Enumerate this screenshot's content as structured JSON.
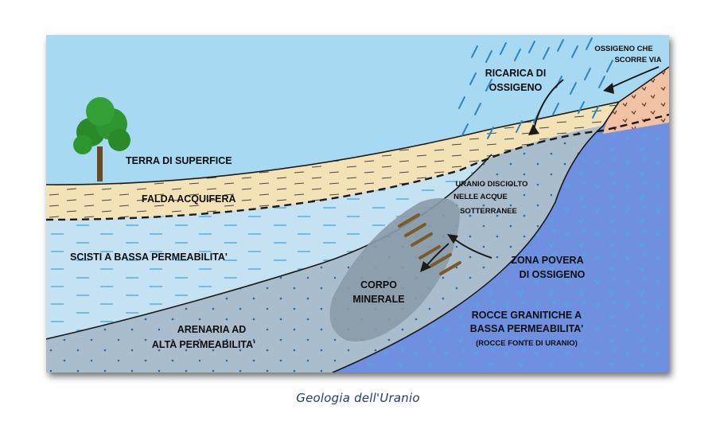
{
  "diagram": {
    "labels": {
      "ground_surface": "TERRA DI SUPERFICE",
      "aquifer": "FALDA ACQUIFERA",
      "shale": "SCISTI A BASSA PERMEABILITA'",
      "sandstone_1": "ARENARIA AD",
      "sandstone_2": "ALTA PERMEABILITA'",
      "oxygen_recharge_1": "RICARICA DI",
      "oxygen_recharge_2": "OSSIGENO",
      "oxygen_runoff_1": "OSSIGENO CHE",
      "oxygen_runoff_2": "SCORRE VIA",
      "dissolved_uranium_1": "URANIO DISCIOLTO",
      "dissolved_uranium_2": "NELLE ACQUE",
      "dissolved_uranium_3": "SOTTERRANEE",
      "ore_body_1": "CORPO",
      "ore_body_2": "MINERALE",
      "low_oxygen_1": "ZONA POVERA",
      "low_oxygen_2": "DI OSSIGENO",
      "granite_1": "ROCCE GRANITICHE A",
      "granite_2": "BASSA PERMEABILITA'",
      "granite_3": "(ROCCE FONTE DI URANIO)"
    },
    "colors": {
      "sky": "#a8d9f2",
      "aquifer": "#f3e2b6",
      "shale": "#c5e2f3",
      "sandstone": "#a9bdcd",
      "granite": "#6f90e0",
      "ore": "#8a9aaa",
      "source_rock": "#f2c2a5",
      "rain": "#2a86c6",
      "tree": "#2a8a2a"
    },
    "icons": [
      "tree-icon",
      "rain-icon",
      "arrow-icon"
    ]
  },
  "caption": "Geologia dell'Uranio"
}
